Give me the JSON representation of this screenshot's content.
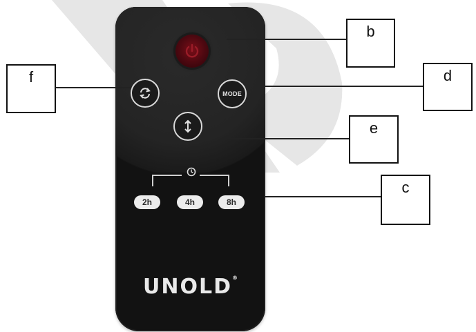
{
  "remote": {
    "mode_button_text": "MODE",
    "timer_buttons": [
      "2h",
      "4h",
      "8h"
    ],
    "brand": "UNOLD",
    "brand_mark": "®"
  },
  "labels": {
    "b": "b",
    "c": "c",
    "d": "d",
    "e": "e",
    "f": "f"
  },
  "colors": {
    "remote_body": "#121212",
    "power_button": "#5a0a14",
    "watermark": "#e6e6e6",
    "label_border": "#111111"
  },
  "icons": [
    "power-icon",
    "swing-icon",
    "height-adjust-icon",
    "clock-icon"
  ]
}
